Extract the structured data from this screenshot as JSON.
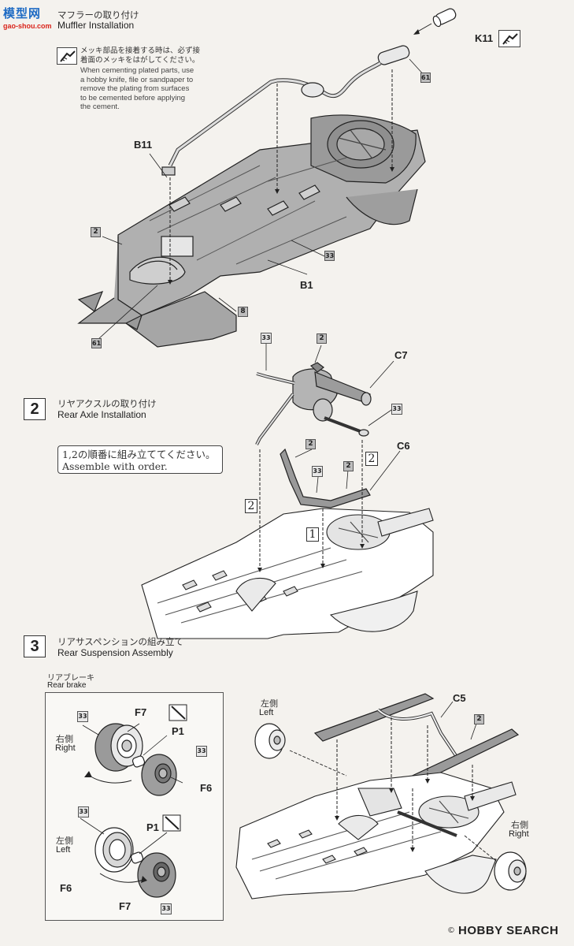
{
  "watermark": {
    "logo_text": "模型网",
    "logo_url": "gao-shou.com"
  },
  "step1": {
    "title_jp": "マフラーの取り付け",
    "title_en": "Muffler Installation",
    "note_jp_line1": "メッキ部品を接着する時は、必ず接",
    "note_jp_line2": "着面のメッキをはがしてください。",
    "note_en_line1": "When cementing plated parts, use",
    "note_en_line2": "a hobby knife, file or sandpaper to",
    "note_en_line3": "remove the plating from surfaces",
    "note_en_line4": "to be cemented before applying",
    "note_en_line5": "the cement.",
    "parts": {
      "k11": "K11",
      "b11": "B11",
      "b1": "B1",
      "c61a": "61",
      "c61b": "61",
      "c2": "2",
      "c33": "33",
      "c8": "8"
    }
  },
  "step2": {
    "number": "2",
    "title_jp": "リヤアクスルの取り付け",
    "title_en": "Rear Axle Installation",
    "order_note_jp": "1,2の順番に組み立ててください。",
    "order_note_en": "Assemble with order.",
    "parts": {
      "c7": "C7",
      "c6": "C6",
      "c33a": "33",
      "c2a": "2",
      "c33b": "33",
      "c2b": "2",
      "c33c": "33",
      "c2c": "2",
      "order1": "1",
      "order2a": "2",
      "order2b": "2"
    }
  },
  "step3": {
    "number": "3",
    "title_jp": "リアサスペンションの組み立て",
    "title_en": "Rear Suspension Assembly",
    "brake_title_jp": "リアブレーキ",
    "brake_title_en": "Rear brake",
    "right_jp": "右側",
    "right_en": "Right",
    "left_jp": "左側",
    "left_en": "Left",
    "parts": {
      "f7a": "F7",
      "p1a": "P1",
      "f6a": "F6",
      "p1b": "P1",
      "f6b": "F6",
      "f7b": "F7",
      "c5": "C5",
      "c33a": "33",
      "c33b": "33",
      "c33c": "33",
      "c33d": "33",
      "c2": "2"
    },
    "left_jp_main": "左側",
    "left_en_main": "Left",
    "right_jp_main": "右側",
    "right_en_main": "Right"
  },
  "footer": {
    "copyright": "©",
    "brand": "HOBBY SEARCH"
  }
}
